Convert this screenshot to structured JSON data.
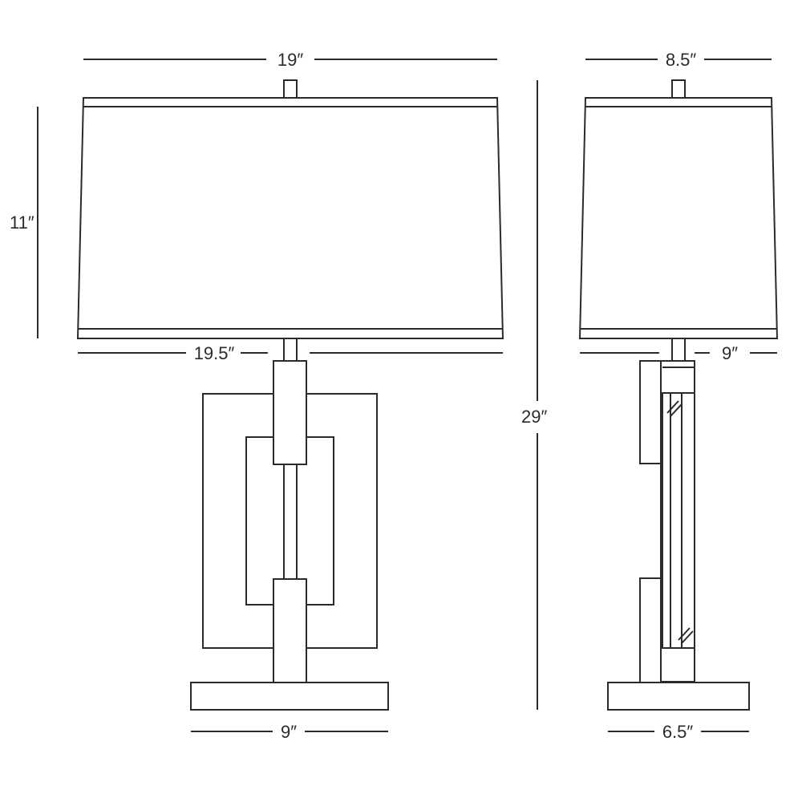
{
  "front": {
    "top_width": "19″",
    "shade_height": "11″",
    "bottom_width": "19.5″",
    "total_height": "29″",
    "base_width": "9″"
  },
  "side": {
    "top_width": "8.5″",
    "bottom_width": "9″",
    "base_width": "6.5″"
  }
}
